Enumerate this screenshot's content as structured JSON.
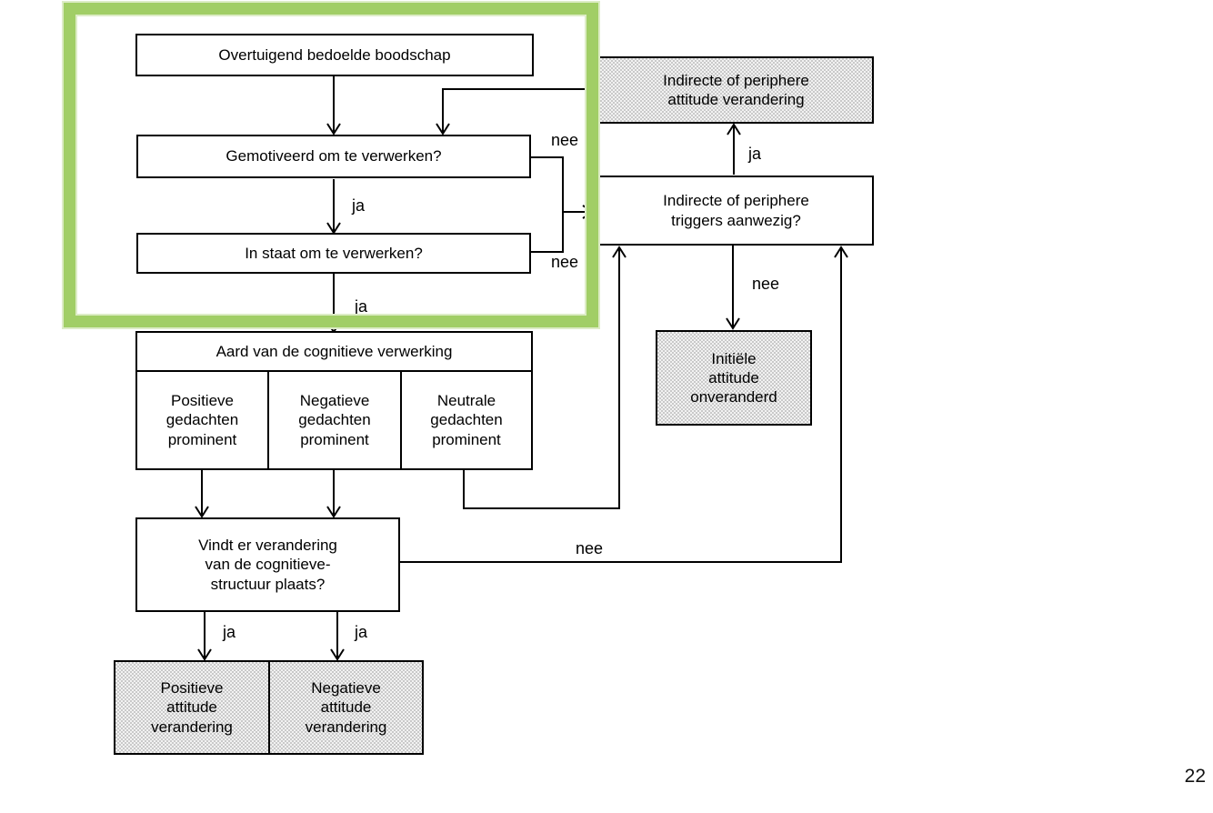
{
  "slide": {
    "page_number": "22",
    "background_color": "#ffffff"
  },
  "colors": {
    "highlight_green": "#a1ce66",
    "line_color": "#000000",
    "box_border": "#000000",
    "shaded_box_dot": "#c9c9c9",
    "shaded_box_base": "#f2f2f2",
    "plain_box_fill": "#ffffff"
  },
  "flowchart": {
    "nodes": {
      "overtuigend": {
        "label": "Overtuigend bedoelde boodschap",
        "shaded": false
      },
      "gemotiveerd": {
        "label": "Gemotiveerd om te verwerken?",
        "shaded": false
      },
      "in_staat": {
        "label": "In staat om te verwerken?",
        "shaded": false
      },
      "aard": {
        "label": "Aard van de cognitieve verwerking",
        "shaded": false
      },
      "positieve_gedachten": {
        "label": "Positieve\ngedachten\nprominent",
        "shaded": false
      },
      "negatieve_gedachten": {
        "label": "Negatieve\ngedachten\nprominent",
        "shaded": false
      },
      "neutrale_gedachten": {
        "label": "Neutrale\ngedachten\nprominent",
        "shaded": false
      },
      "vindt_verandering": {
        "label": "Vindt er verandering\nvan de cognitieve-\nstructuur plaats?",
        "shaded": false
      },
      "positieve_attitude": {
        "label": "Positieve\nattitude\nverandering",
        "shaded": true
      },
      "negatieve_attitude": {
        "label": "Negatieve\nattitude\nverandering",
        "shaded": true
      },
      "indirecte_attitude": {
        "label": "Indirecte of periphere\nattitude verandering",
        "shaded": true
      },
      "indirecte_triggers": {
        "label": "Indirecte of periphere\ntriggers aanwezig?",
        "shaded": false
      },
      "initiele_attitude": {
        "label": "Initiële\nattitude\nonveranderd",
        "shaded": true
      }
    },
    "edge_labels": {
      "nee_gemotiveerd": "nee",
      "nee_in_staat": "nee",
      "ja_gemotiveerd_in_staat": "ja",
      "ja_in_staat_aard": "ja",
      "ja_triggers_indirecte": "ja",
      "nee_triggers_initiele": "nee",
      "nee_vindt_verandering": "nee",
      "ja_vindt_positief": "ja",
      "ja_vindt_negatief": "ja"
    }
  }
}
